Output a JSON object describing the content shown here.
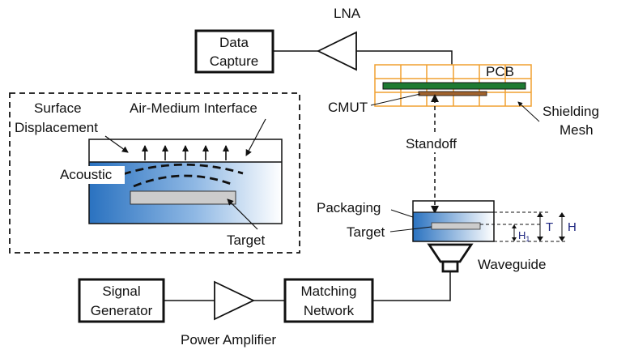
{
  "blocks": {
    "data_capture": [
      "Data",
      "Capture"
    ],
    "signal_generator": [
      "Signal",
      "Generator"
    ],
    "matching_network": [
      "Matching",
      "Network"
    ]
  },
  "labels": {
    "lna": "LNA",
    "pcb": "PCB",
    "cmut": "CMUT",
    "shielding_mesh": [
      "Shielding",
      "Mesh"
    ],
    "standoff": "Standoff",
    "packaging": "Packaging",
    "target_right": "Target",
    "waveguide": "Waveguide",
    "power_amplifier": "Power Amplifier",
    "dim_t": "T",
    "dim_h": "H",
    "dim_h1": "H",
    "dim_h1_sub": "1"
  },
  "inset": {
    "surface_displacement": [
      "Surface",
      "Displacement"
    ],
    "air_medium_interface": "Air-Medium Interface",
    "acoustic": "Acoustic",
    "target": "Target"
  },
  "colors": {
    "pcb_orange": "#f0a030",
    "pcb_green": "#1e7a32",
    "cmut_brown": "#a0622d",
    "tissue_blue": "#2a72c0",
    "dim_navy": "#1a237e"
  }
}
